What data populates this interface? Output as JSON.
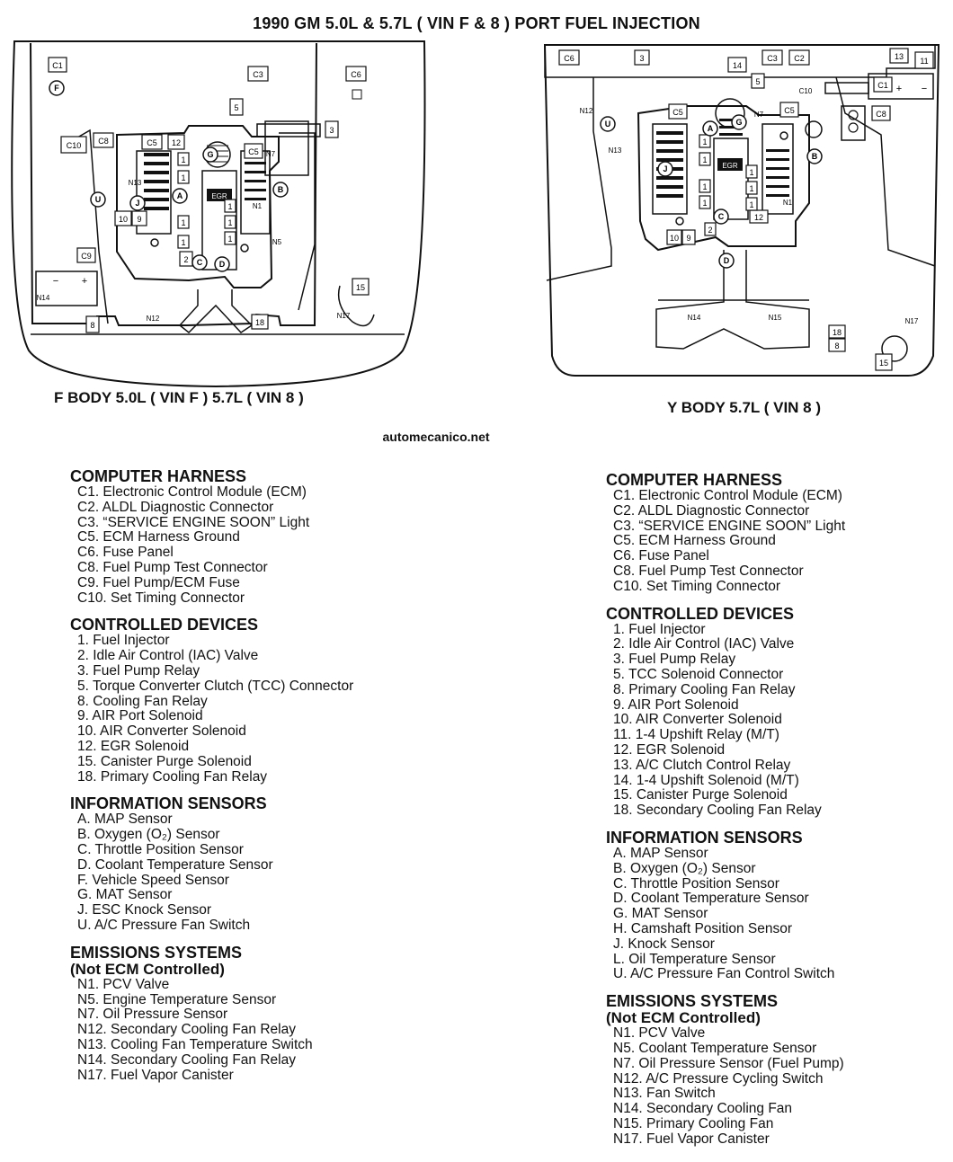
{
  "title": "1990 GM 5.0L & 5.7L ( VIN F  &  8 ) PORT FUEL INJECTION",
  "captions": {
    "left": "F BODY 5.0L ( VIN F ) 5.7L ( VIN 8 )",
    "right": "Y BODY 5.7L ( VIN 8 )"
  },
  "website": "automecanico.net",
  "left_labels": {
    "c1": "C1",
    "f": "F",
    "c3": "C3",
    "c6": "C6",
    "n5top": "5",
    "n3": "3",
    "c10": "C10",
    "c8": "C8",
    "c5a": "C5",
    "n12a": "12",
    "c5b": "C5",
    "n7": "N7",
    "g": "G",
    "n13": "N13",
    "a": "A",
    "b": "B",
    "egr": "EGR",
    "j": "J",
    "u": "U",
    "n10": "10",
    "n9": "9",
    "n1lbl": "N1",
    "n5lbl": "N5",
    "c9": "C9",
    "n2": "2",
    "c": "C",
    "d": "D",
    "n14": "N14",
    "minus": "−",
    "plus": "+",
    "n15": "15",
    "n17": "N17",
    "n8": "8",
    "n12lbl": "N12",
    "n18": "18",
    "one": "1"
  },
  "right_labels": {
    "c6": "C6",
    "n3": "3",
    "n14top": "14",
    "c3": "C3",
    "c2": "C2",
    "n13top": "13",
    "n11": "11",
    "n5": "5",
    "c10": "C10",
    "c1": "C1",
    "c8": "C8",
    "n12": "N12",
    "u": "U",
    "n13": "N13",
    "c5a": "C5",
    "n7": "N7",
    "c5b": "C5",
    "g": "G",
    "a": "A",
    "b": "B",
    "egr": "EGR",
    "j": "J",
    "n1": "N1",
    "n12b": "12",
    "c": "C",
    "n10": "10",
    "n9": "9",
    "n2": "2",
    "d": "D",
    "n14": "N14",
    "n15": "N15",
    "n17": "N17",
    "n18": "18",
    "n8": "8",
    "n15b": "15",
    "plus": "+",
    "minus": "−",
    "one": "1"
  },
  "legend_left": [
    {
      "title": "COMPUTER HARNESS",
      "items": [
        "C1. Electronic Control Module (ECM)",
        "C2. ALDL Diagnostic Connector",
        "C3. “SERVICE ENGINE SOON” Light",
        "C5. ECM Harness Ground",
        "C6. Fuse Panel",
        "C8. Fuel Pump Test Connector",
        "C9. Fuel Pump/ECM Fuse",
        "C10. Set Timing Connector"
      ]
    },
    {
      "title": "CONTROLLED DEVICES",
      "items": [
        "1. Fuel Injector",
        "2. Idle Air Control (IAC) Valve",
        "3. Fuel Pump Relay",
        "5. Torque Converter Clutch (TCC) Connector",
        "8. Cooling Fan Relay",
        "9. AIR Port Solenoid",
        "10. AIR Converter Solenoid",
        "12. EGR Solenoid",
        "15. Canister Purge Solenoid",
        "18. Primary Cooling Fan Relay"
      ]
    },
    {
      "title": "INFORMATION SENSORS",
      "items": [
        "A. MAP Sensor",
        "B. Oxygen (O₂) Sensor",
        "C. Throttle Position Sensor",
        "D. Coolant Temperature Sensor",
        "F. Vehicle Speed Sensor",
        "G. MAT Sensor",
        "J. ESC Knock Sensor",
        "U. A/C Pressure Fan Switch"
      ]
    },
    {
      "title": "EMISSIONS SYSTEMS",
      "subtitle": "(Not ECM Controlled)",
      "items": [
        "N1. PCV Valve",
        "N5. Engine Temperature Sensor",
        "N7. Oil Pressure Sensor",
        "N12. Secondary Cooling Fan Relay",
        "N13. Cooling Fan Temperature Switch",
        "N14. Secondary Cooling Fan Relay",
        "N17. Fuel Vapor Canister"
      ]
    }
  ],
  "legend_right": [
    {
      "title": "COMPUTER HARNESS",
      "items": [
        "C1. Electronic Control Module (ECM)",
        "C2. ALDL Diagnostic Connector",
        "C3. “SERVICE ENGINE SOON” Light",
        "C5. ECM Harness Ground",
        "C6. Fuse Panel",
        "C8. Fuel Pump Test Connector",
        "C10. Set Timing Connector"
      ]
    },
    {
      "title": "CONTROLLED DEVICES",
      "items": [
        "1. Fuel Injector",
        "2. Idle Air Control (IAC) Valve",
        "3. Fuel Pump Relay",
        "5. TCC Solenoid Connector",
        "8. Primary Cooling Fan Relay",
        "9. AIR Port Solenoid",
        "10. AIR Converter Solenoid",
        "11. 1-4 Upshift Relay (M/T)",
        "12. EGR Solenoid",
        "13. A/C Clutch Control Relay",
        "14. 1-4 Upshift Solenoid (M/T)",
        "15. Canister Purge Solenoid",
        "18. Secondary Cooling Fan Relay"
      ]
    },
    {
      "title": "INFORMATION SENSORS",
      "items": [
        "A. MAP Sensor",
        "B. Oxygen (O₂) Sensor",
        "C. Throttle Position Sensor",
        "D. Coolant Temperature Sensor",
        "G. MAT Sensor",
        "H. Camshaft Position Sensor",
        "J. Knock Sensor",
        "L. Oil Temperature Sensor",
        "U. A/C Pressure Fan Control Switch"
      ]
    },
    {
      "title": "EMISSIONS SYSTEMS",
      "subtitle": "(Not ECM Controlled)",
      "items": [
        "N1. PCV Valve",
        "N5. Coolant Temperature Sensor",
        "N7. Oil Pressure Sensor (Fuel Pump)",
        "N12. A/C Pressure Cycling Switch",
        "N13. Fan Switch",
        "N14. Secondary Cooling Fan",
        "N15. Primary Cooling Fan",
        "N17. Fuel Vapor Canister"
      ]
    }
  ]
}
